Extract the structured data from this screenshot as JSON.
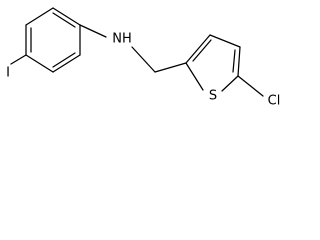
{
  "molecule": {
    "atoms": {
      "amine": "NH",
      "sulfur": "S",
      "chlorine": "Cl",
      "iodine": "I"
    }
  },
  "colors": {
    "background": "#ffffff",
    "ink": "#000000"
  }
}
